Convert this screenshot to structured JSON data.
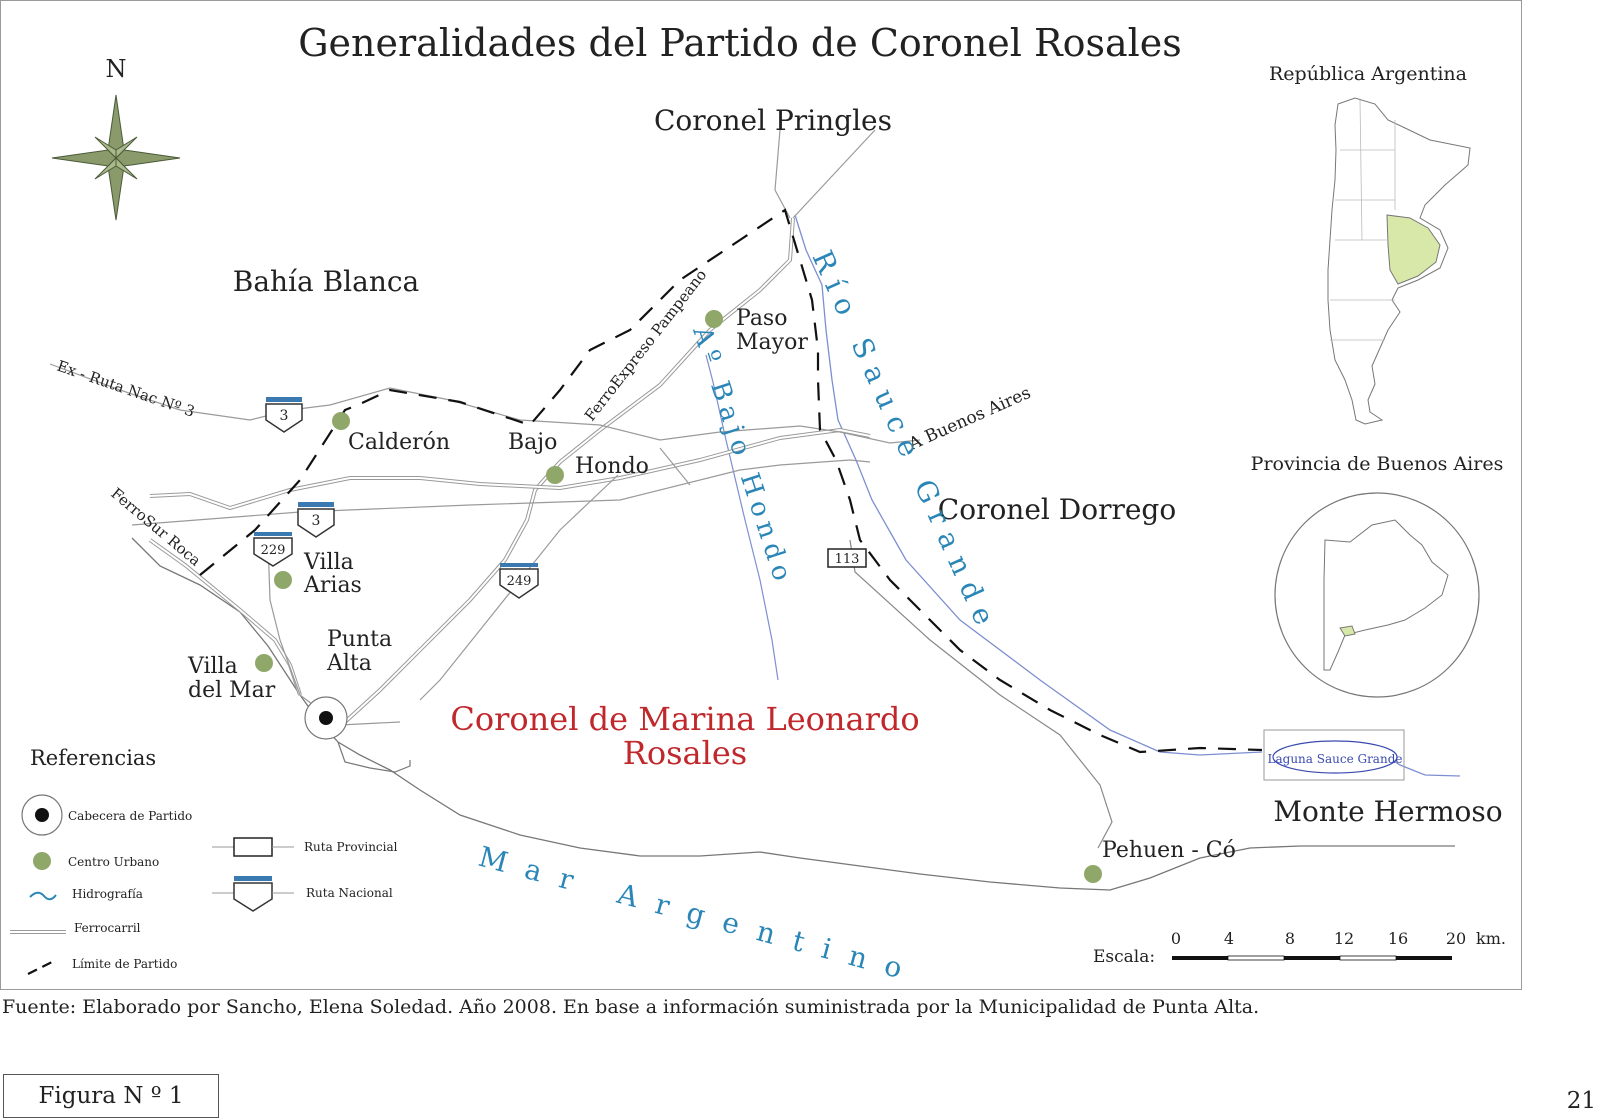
{
  "map": {
    "title": "Generalidades del Partido de Coronel Rosales",
    "north_label": "N",
    "neighbors": {
      "pringles": "Coronel Pringles",
      "bahia": "Bahía Blanca",
      "dorrego": "Coronel Dorrego",
      "monte": "Monte Hermoso"
    },
    "partido_name_line1": "Coronel de Marina Leonardo",
    "partido_name_line2": "Rosales",
    "towns": {
      "paso1": "Paso",
      "paso2": "Mayor",
      "calderon": "Calderón",
      "bajo": "Bajo",
      "hondo": "Hondo",
      "villa_arias1": "Villa",
      "villa_arias2": "Arias",
      "punta_alta1": "Punta",
      "punta_alta2": "Alta",
      "villa_mar1": "Villa",
      "villa_mar2": "del Mar",
      "pehuen": "Pehuen - Có"
    },
    "water": {
      "rio_sauce": "Río Sauce Grande",
      "arroyo": "Aº Bajo Hondo",
      "mar": "Mar Argentino",
      "laguna": "Laguna Sauce Grande"
    },
    "routes": {
      "ex_ruta": "Ex - Ruta Nac Nº 3",
      "buenos_aires": "A Buenos Aires",
      "ferroexpreso": "FerroExpreso Pampeano",
      "ferrosur": "FerroSur Roca",
      "r3a": "3",
      "r3b": "3",
      "r229": "229",
      "r249": "249",
      "r113": "113"
    },
    "insets": {
      "argentina": "República Argentina",
      "buenos_aires": "Provincia de Buenos Aires"
    },
    "legend": {
      "title": "Referencias",
      "cabecera": "Cabecera de Partido",
      "centro": "Centro Urbano",
      "hidro": "Hidrografía",
      "ferro": "Ferrocarril",
      "limite": "Límite de Partido",
      "ruta_prov": "Ruta Provincial",
      "ruta_nac": "Ruta Nacional"
    },
    "scale": {
      "label": "Escala:",
      "ticks": [
        "0",
        "4",
        "8",
        "12",
        "16",
        "20"
      ],
      "unit": "km."
    }
  },
  "colors": {
    "town_dot": "#8fa86a",
    "water_text": "#2b86b8",
    "partido_text": "#c0282c",
    "province_fill": "#d8e8a8",
    "compass": "#8a9a6a",
    "route_cap": "#3a7ab0"
  },
  "source_text": "Fuente: Elaborado por Sancho, Elena Soledad. Año 2008. En base a información suministrada por la Municipalidad de Punta Alta.",
  "figure_label": "Figura N º 1",
  "page_number": "21"
}
